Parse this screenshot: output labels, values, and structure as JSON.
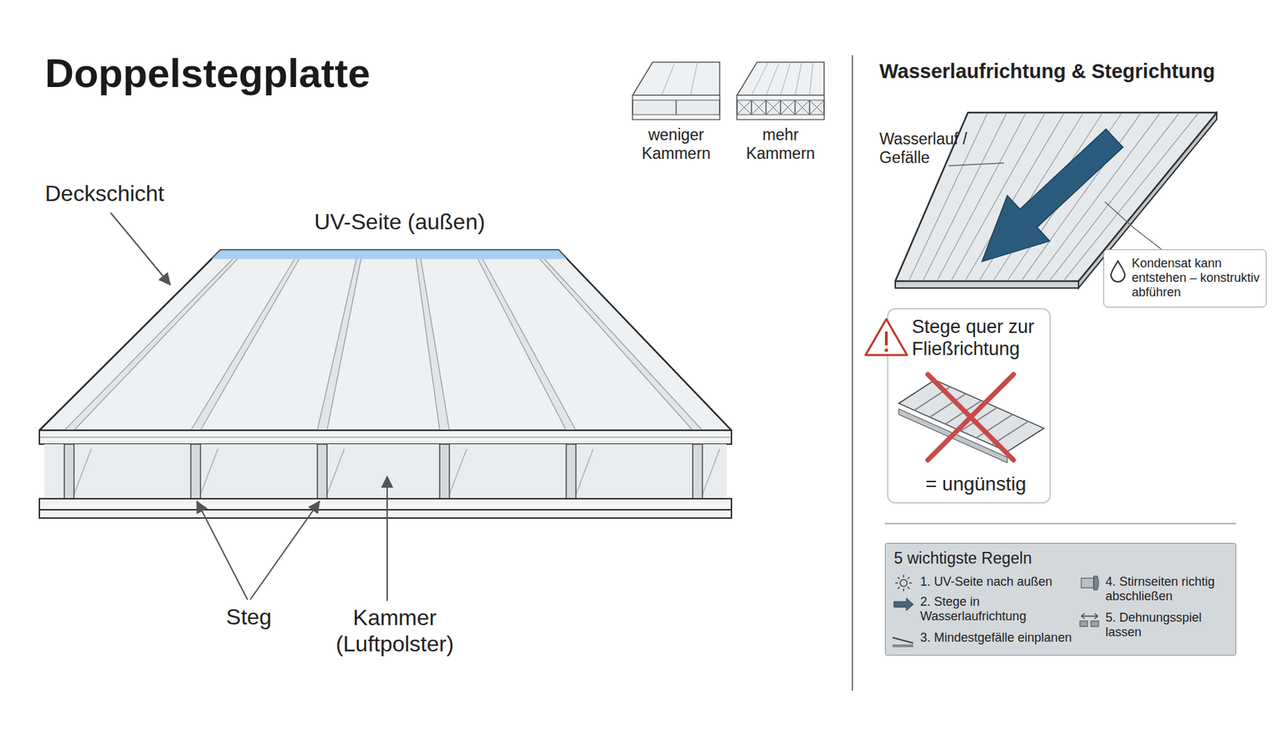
{
  "diagram": {
    "title": "Doppelstegplatte",
    "nodes": [
      {
        "text": [
          "Kondensat kann entstehen – konstruktiv abführen"
        ]
      },
      {
        "text": [
          "Stege quer zur Fließrichtung",
          "= ungünstig"
        ]
      },
      {
        "text": [
          "5 wichtigste Regeln",
          "1. UV-Seite nach außen",
          "2. Stege in Wasserlaufrichtung",
          "3. Mindestgefälle einplanen",
          "4. Stirnseiten richtig abschließen",
          "5. Dehnungsspiel lassen"
        ]
      }
    ],
    "labels": [
      "Deckschicht",
      "UV-Seite (außen)",
      "Steg",
      "Kammer (Luftpolster)",
      "weniger Kammern",
      "mehr Kammern",
      "Wasserlaufrichtung & Stegrichtung",
      "Wasserlauf / Gefälle"
    ]
  }
}
